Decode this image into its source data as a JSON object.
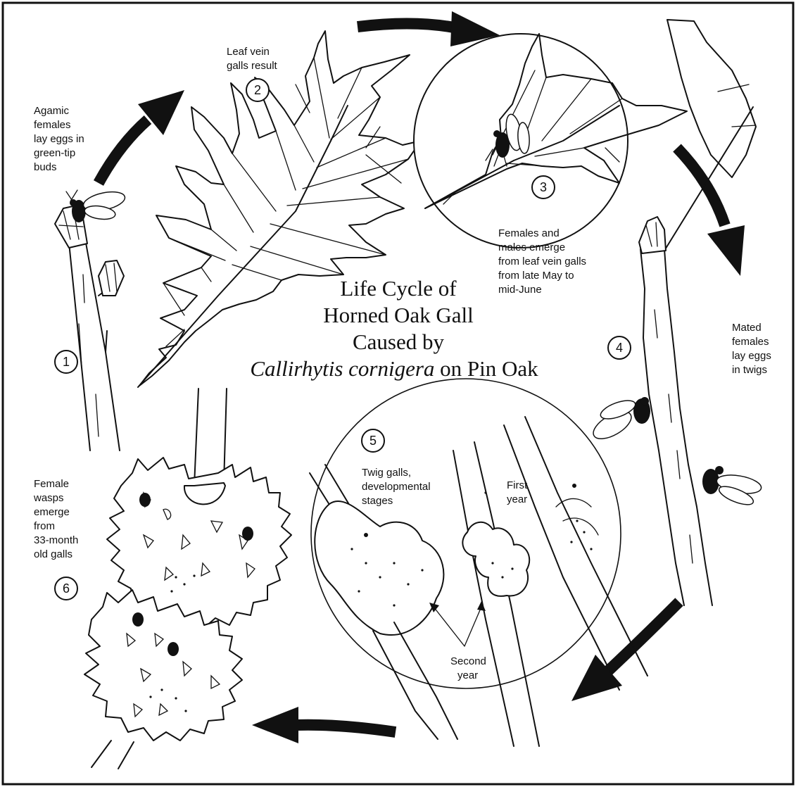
{
  "diagram": {
    "title": {
      "line1": "Life Cycle of",
      "line2": "Horned Oak Gall",
      "line3": "Caused by",
      "line4_italic": "Callirhytis cornigera",
      "line4_rest": " on Pin Oak"
    },
    "steps": [
      {
        "number": "1",
        "label_lines": [
          "Agamic",
          "females",
          "lay eggs in",
          "green-tip",
          "buds"
        ]
      },
      {
        "number": "2",
        "label_lines": [
          "Leaf vein",
          "galls result"
        ]
      },
      {
        "number": "3",
        "label_lines": [
          "Females and",
          "males emerge",
          "from leaf vein galls",
          "from late May to",
          "mid-June"
        ]
      },
      {
        "number": "4",
        "label_lines": [
          "Mated",
          "females",
          "lay eggs",
          "in twigs"
        ]
      },
      {
        "number": "5",
        "label_lines": [
          "Twig galls,",
          "developmental",
          "stages"
        ]
      },
      {
        "number": "6",
        "label_lines": [
          "Female",
          "wasps",
          "emerge",
          "from",
          "33-month",
          "old galls"
        ]
      }
    ],
    "stage_labels": {
      "first_year": [
        "First",
        "year"
      ],
      "second_year": [
        "Second",
        "year"
      ]
    },
    "colors": {
      "ink": "#111111",
      "background": "#ffffff",
      "border": "#111111"
    }
  }
}
